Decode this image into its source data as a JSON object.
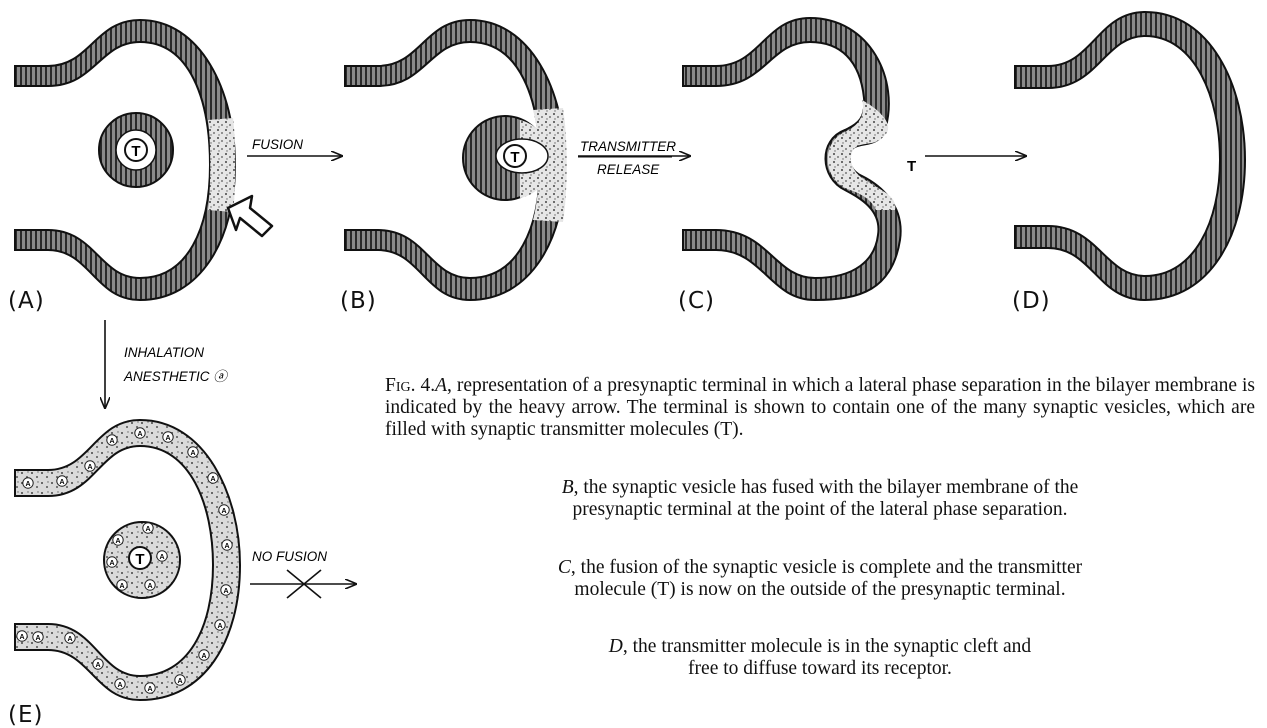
{
  "panels": {
    "a": "(A)",
    "b": "(B)",
    "c": "(C)",
    "d": "(D)",
    "e": "(E)"
  },
  "arrows": {
    "fusion": "FUSION",
    "transmitter": "TRANSMITTER",
    "release": "RELEASE",
    "inhalation": "INHALATION",
    "anesthetic": "ANESTHETIC ⓐ",
    "no_fusion": "NO FUSION"
  },
  "symbols": {
    "transmitter": "T",
    "anesthetic": "A"
  },
  "caption": {
    "fig_prefix": "Fig. 4.",
    "fig_letter": "A",
    "p1_rest": ", representation of a presynaptic terminal in which a lateral phase separation in the bilayer membrane is indicated by the heavy arrow. The terminal is shown to contain one of the many synaptic vesicles, which are filled with synaptic transmitter molecules (T).",
    "b_letter": "B",
    "b_line1": ", the synaptic vesicle has fused with the bilayer membrane of the",
    "b_line2": "presynaptic terminal at the point of the lateral phase separation.",
    "c_letter": "C",
    "c_line1": ", the fusion of the synaptic vesicle is complete and the transmitter",
    "c_line2": "molecule (T) is now on the outside of the presynaptic terminal.",
    "d_letter": "D",
    "d_line1": ", the transmitter molecule is in the synaptic cleft and",
    "d_line2": "free to diffuse toward its receptor."
  },
  "colors": {
    "ink": "#111111",
    "membrane_fill": "#7a7a7a",
    "phase_fill": "#d9d9d9",
    "anesthetic_fill": "#cfcfcf"
  }
}
